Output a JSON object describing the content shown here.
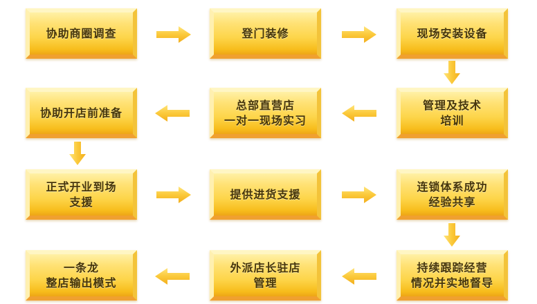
{
  "diagram": {
    "type": "process-flow",
    "colors": {
      "box_fill": "#fdd54a",
      "box_highlight": "#fff1a6",
      "box_shadow": "#eea516",
      "text": "#46360c",
      "arrow": "#f8c227"
    },
    "steps": [
      {
        "label": "协助商圈调查"
      },
      {
        "label": "登门装修"
      },
      {
        "label": "现场安装设备"
      },
      {
        "label": "管理及技术\n培训"
      },
      {
        "label": "总部直营店\n一对一现场实习"
      },
      {
        "label": "协助开店前准备"
      },
      {
        "label": "正式开业到场\n支援"
      },
      {
        "label": "提供进货支援"
      },
      {
        "label": "连锁体系成功\n经验共享"
      },
      {
        "label": "持续跟踪经营\n情况并实地督导"
      },
      {
        "label": "外派店长驻店\n管理"
      },
      {
        "label": "一条龙\n整店输出模式"
      }
    ],
    "arrows": [
      {
        "from": 1,
        "to": 2,
        "direction": "right"
      },
      {
        "from": 2,
        "to": 3,
        "direction": "right"
      },
      {
        "from": 3,
        "to": 4,
        "direction": "down"
      },
      {
        "from": 4,
        "to": 5,
        "direction": "left"
      },
      {
        "from": 5,
        "to": 6,
        "direction": "left"
      },
      {
        "from": 6,
        "to": 7,
        "direction": "down"
      },
      {
        "from": 7,
        "to": 8,
        "direction": "right"
      },
      {
        "from": 8,
        "to": 9,
        "direction": "right"
      },
      {
        "from": 9,
        "to": 10,
        "direction": "down"
      },
      {
        "from": 10,
        "to": 11,
        "direction": "left"
      },
      {
        "from": 11,
        "to": 12,
        "direction": "left"
      }
    ]
  }
}
